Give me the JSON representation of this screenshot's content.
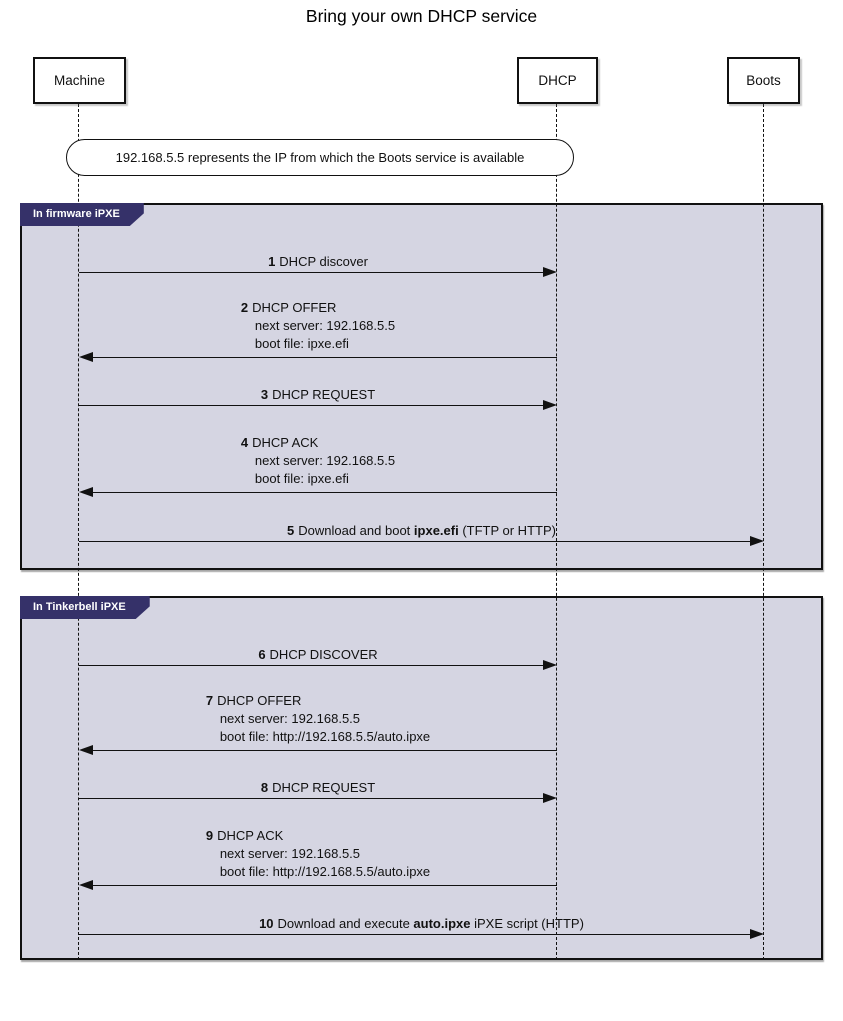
{
  "title": "Bring your own DHCP service",
  "participants": [
    {
      "name": "Machine"
    },
    {
      "name": "DHCP"
    },
    {
      "name": "Boots"
    }
  ],
  "note": {
    "text": "192.168.5.5 represents the IP from which the Boots service is available"
  },
  "frames": [
    {
      "label": "In firmware iPXE",
      "messages": [
        {
          "num": "1",
          "text": "DHCP discover",
          "from": "Machine",
          "to": "DHCP"
        },
        {
          "num": "2",
          "text": "DHCP OFFER",
          "details": [
            "next server: 192.168.5.5",
            "boot file: ipxe.efi"
          ],
          "from": "DHCP",
          "to": "Machine"
        },
        {
          "num": "3",
          "text": "DHCP REQUEST",
          "from": "Machine",
          "to": "DHCP"
        },
        {
          "num": "4",
          "text": "DHCP ACK",
          "details": [
            "next server: 192.168.5.5",
            "boot file: ipxe.efi"
          ],
          "from": "DHCP",
          "to": "Machine"
        },
        {
          "num": "5",
          "pre": "Download and boot ",
          "bold": "ipxe.efi",
          "post": " (TFTP or HTTP)",
          "from": "Machine",
          "to": "Boots"
        }
      ]
    },
    {
      "label": "In Tinkerbell iPXE",
      "messages": [
        {
          "num": "6",
          "text": "DHCP DISCOVER",
          "from": "Machine",
          "to": "DHCP"
        },
        {
          "num": "7",
          "text": "DHCP OFFER",
          "details": [
            "next server: 192.168.5.5",
            "boot file: http://192.168.5.5/auto.ipxe"
          ],
          "from": "DHCP",
          "to": "Machine"
        },
        {
          "num": "8",
          "text": "DHCP REQUEST",
          "from": "Machine",
          "to": "DHCP"
        },
        {
          "num": "9",
          "text": "DHCP ACK",
          "details": [
            "next server: 192.168.5.5",
            "boot file: http://192.168.5.5/auto.ipxe"
          ],
          "from": "DHCP",
          "to": "Machine"
        },
        {
          "num": "10",
          "pre": "Download and execute ",
          "bold": "auto.ipxe",
          "post": " iPXE script (HTTP)",
          "from": "Machine",
          "to": "Boots"
        }
      ]
    }
  ],
  "colors": {
    "frame-fill": "#d5d5e2",
    "frame-border": "#111111",
    "label-bg": "#353169",
    "label-text": "#ffffff",
    "box-fill": "#ffffff",
    "box-border": "#111111",
    "lifeline": "#111111",
    "arrow": "#111111"
  }
}
